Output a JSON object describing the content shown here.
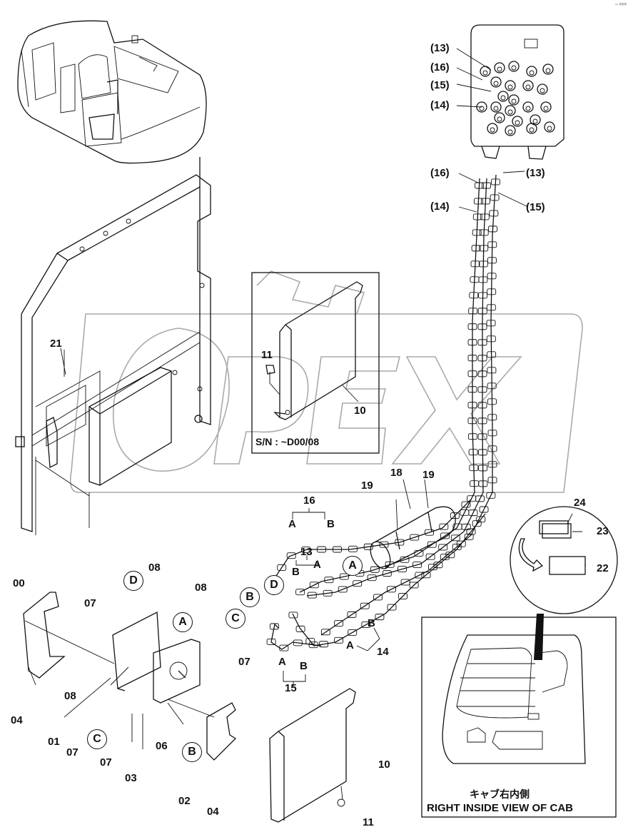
{
  "diagram": {
    "type": "exploded parts diagram",
    "serial_note": "S/N :  ~D00/08",
    "inset_caption_jp": "キャブ右内側",
    "inset_caption_en": "RIGHT INSIDE VIEW OF CAB",
    "watermark": "OPEX",
    "corner_mark": "-- ==="
  },
  "labels": {
    "valve_13": "(13)",
    "valve_16": "(16)",
    "valve_15": "(15)",
    "valve_14": "(14)",
    "hose_16_top": "(16)",
    "hose_13_top": "(13)",
    "hose_14_top": "(14)",
    "hose_15_top": "(15)",
    "p21": "21",
    "p11_inset": "11",
    "p10_inset": "10",
    "p19_a": "19",
    "p18": "18",
    "p19_b": "19",
    "p16": "16",
    "p16_A": "A",
    "p16_B": "B",
    "p13": "13",
    "p13_A": "A",
    "p13_B": "B",
    "p14": "14",
    "p14_A": "A",
    "p14_B": "B",
    "p15": "15",
    "p15_A": "A",
    "p15_B": "B",
    "p24": "24",
    "p23": "23",
    "p22": "22",
    "p00": "00",
    "p07_a": "07",
    "p08_a": "08",
    "p08_b": "08",
    "p07_b": "07",
    "p08_c": "08",
    "p04_a": "04",
    "p01": "01",
    "p07_c": "07",
    "p07_d": "07",
    "p03": "03",
    "p06": "06",
    "p02": "02",
    "p04_b": "04",
    "p10": "10",
    "p11": "11"
  },
  "port_markers": {
    "D_pump": "D",
    "A_pump": "A",
    "C_pump": "C",
    "B_pump": "B",
    "D_hose": "D",
    "A_hose": "A",
    "B_hose": "B",
    "C_hose": "C"
  }
}
